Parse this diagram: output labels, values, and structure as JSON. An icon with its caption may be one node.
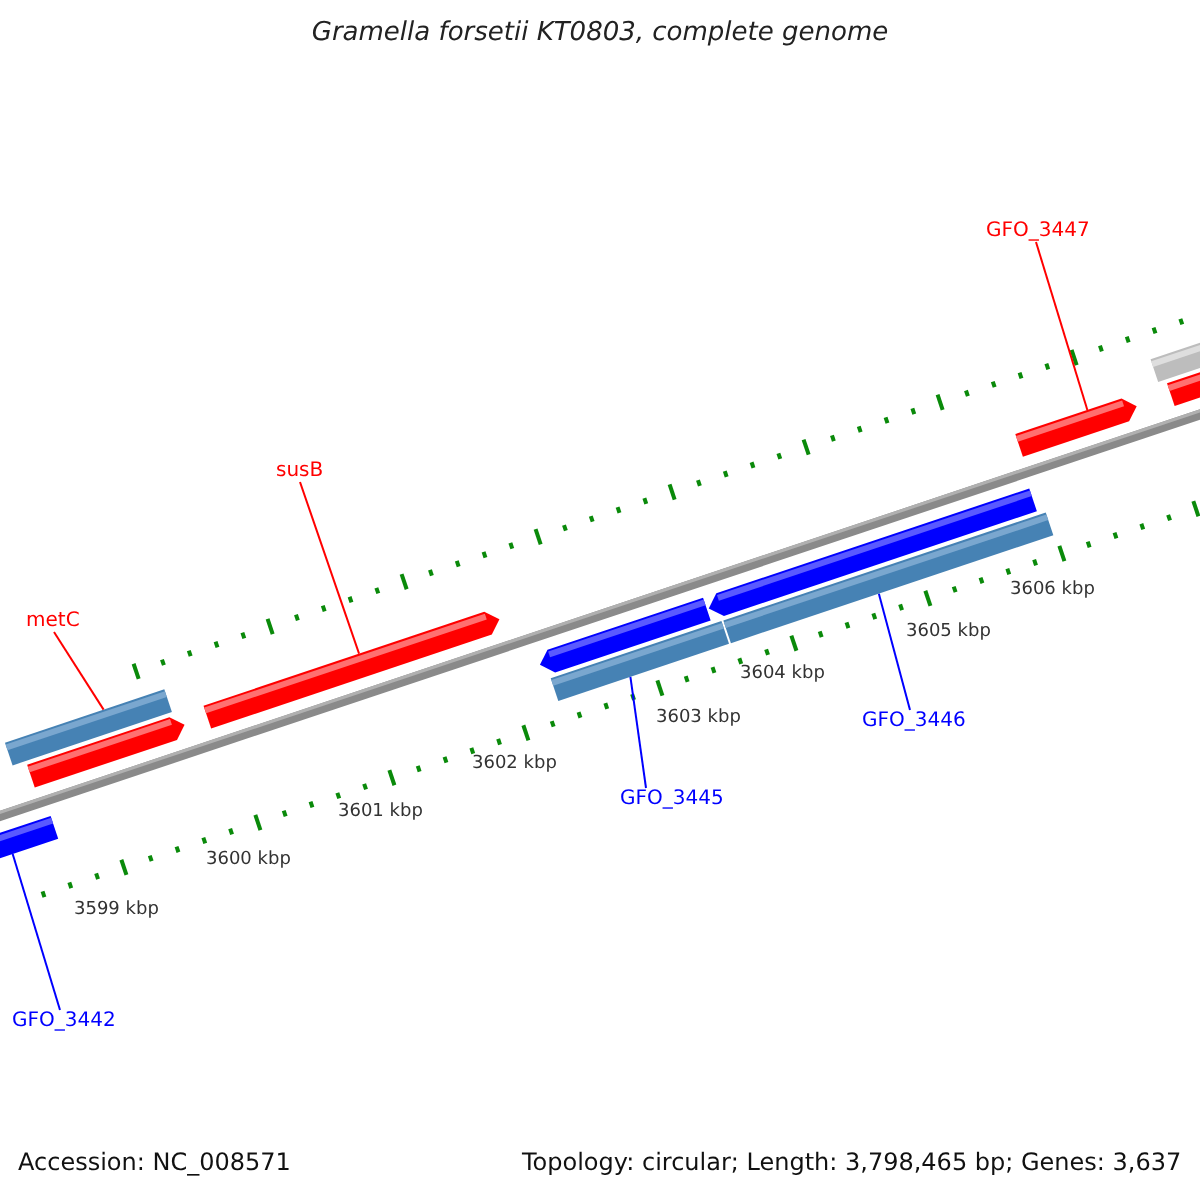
{
  "diagram": {
    "title": "Gramella forsetii KT0803, complete genome",
    "nodes": [
      {
        "text": [
          "metC"
        ]
      },
      {
        "text": [
          "susB"
        ]
      },
      {
        "text": [
          "GFO_3447"
        ]
      },
      {
        "text": [
          "GFO_3442"
        ]
      },
      {
        "text": [
          "GFO_3445"
        ]
      },
      {
        "text": [
          "GFO_3446"
        ]
      },
      {
        "text": [],
        "shape": "bar"
      },
      {
        "text": [],
        "shape": "bar"
      },
      {
        "text": [],
        "shape": "bar"
      },
      {
        "text": [],
        "shape": "bar"
      },
      {
        "text": [],
        "shape": "bar"
      },
      {
        "text": [],
        "shape": "bar"
      }
    ],
    "edges": [
      {
        "from": 0,
        "to": 6,
        "arrow": "none",
        "color": "#ff0000"
      },
      {
        "from": 1,
        "to": 7,
        "arrow": "none",
        "color": "#ff0000"
      },
      {
        "from": 2,
        "to": 8,
        "arrow": "none",
        "color": "#ff0000"
      },
      {
        "from": 3,
        "to": 9,
        "arrow": "none",
        "color": "#0000ff"
      },
      {
        "from": 4,
        "to": 10,
        "arrow": "none",
        "color": "#0000ff"
      },
      {
        "from": 5,
        "to": 11,
        "arrow": "none",
        "color": "#0000ff"
      }
    ],
    "labels": [
      "3599 kbp",
      "3600 kbp",
      "3601 kbp",
      "3602 kbp",
      "3603 kbp",
      "3604 kbp",
      "3605 kbp",
      "3606 kbp",
      "Accession: NC_008571",
      "Topology: circular; Length: 3,798,465 bp; Genes: 3,637"
    ]
  }
}
